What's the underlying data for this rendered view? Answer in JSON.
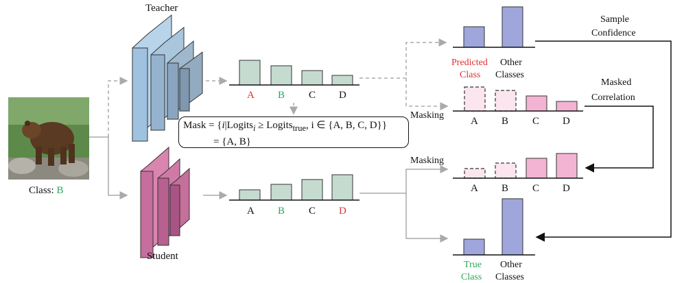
{
  "labels": {
    "teacher": "Teacher",
    "student": "Student",
    "class_prefix": "Class: ",
    "class_value": "B",
    "sample_confidence_1": "Sample",
    "sample_confidence_2": "Confidence",
    "masked_correlation_1": "Masked",
    "masked_correlation_2": "Correlation",
    "masking_top": "Masking",
    "masking_bottom": "Masking",
    "predicted_class_1": "Predicted",
    "predicted_class_2": "Class",
    "other_classes_1": "Other",
    "other_classes_2": "Classes",
    "true_class_1": "True",
    "true_class_2": "Class",
    "other_classes_b1": "Other",
    "other_classes_b2": "Classes"
  },
  "classes": [
    "A",
    "B",
    "C",
    "D"
  ],
  "mask_formula": {
    "line1_prefix": "Mask = {",
    "line1_i": "i",
    "line1_mid": "|Logits",
    "line1_sub_i": "i",
    "line1_geq": " ≥ Logits",
    "line1_sub_true": "true",
    "line1_rest": ", i ∈ {A, B, C, D}}",
    "line2": "= {A, B}"
  },
  "colors": {
    "teacher_fill": "#b8d4ea",
    "teacher_side": "#8fa9c2",
    "student_fill": "#c86a9a",
    "student_side": "#a64f7c",
    "logit_bar": "#c6dbd0",
    "pink_bar": "#f2b4d2",
    "pink_masked": "#fbe6f0",
    "blue_bar": "#9fa6dc",
    "red_text": "#e03030",
    "green_text": "#2aa85a"
  },
  "icons": {
    "bear": "bear-photo"
  }
}
